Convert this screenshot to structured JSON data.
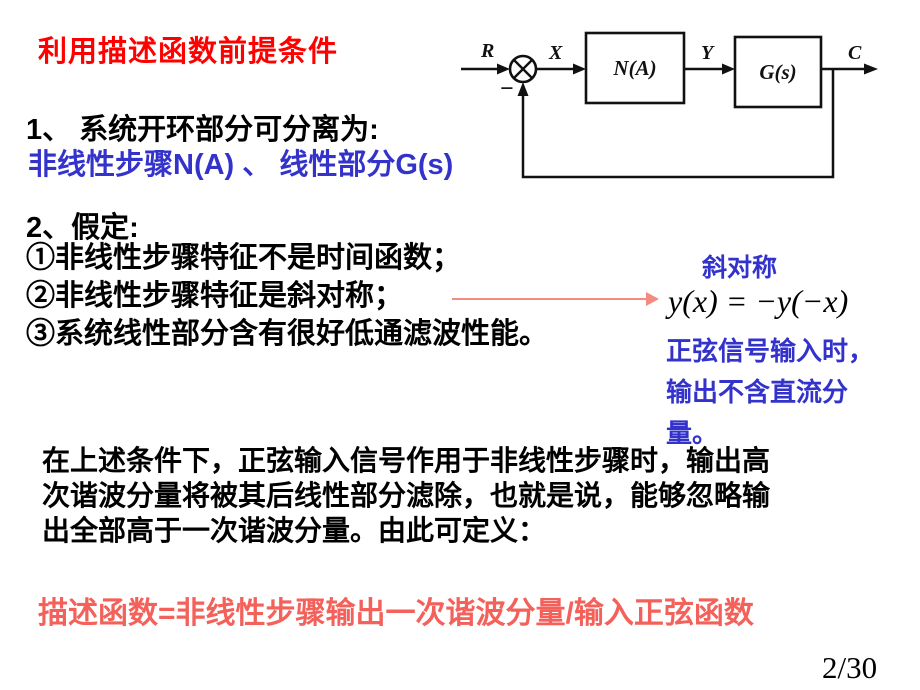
{
  "colors": {
    "title_red": "#ff0000",
    "accent_blue": "#3333cc",
    "definition_red": "#f4605a",
    "arrow_salmon": "#f28b80",
    "text_black": "#000000",
    "background": "#ffffff"
  },
  "slide": {
    "title": "利用描述函数前提条件",
    "point1": {
      "heading": "1、 系统开环部分可分离为:",
      "detail": "非线性步骤N(A) 、 线性部分G(s)"
    },
    "point2": {
      "heading": "2、假定:",
      "items": [
        "①非线性步骤特征不是时间函数；",
        "②非线性步骤特征是斜对称；",
        "③系统线性部分含有很好低通滤波性能。"
      ]
    },
    "annotation": {
      "label": "斜对称",
      "formula": "y(x) = −y(−x)",
      "note_lines": [
        "正弦信号输入时，",
        "输出不含直流分",
        "量。"
      ]
    },
    "paragraph_lines": [
      "在上述条件下，正弦输入信号作用于非线性步骤时，输出高",
      "次谐波分量将被其后线性部分滤除，也就是说，能够忽略输",
      "出全部高于一次谐波分量。由此可定义："
    ],
    "definition": "描述函数=非线性步骤输出一次谐波分量/输入正弦函数",
    "page_number": "2/30"
  },
  "diagram": {
    "input_label": "R",
    "error_label": "X",
    "nonlinear_block": "N(A)",
    "intermediate_label": "Y",
    "linear_block": "G(s)",
    "output_label": "C",
    "minus_sign": "−"
  }
}
